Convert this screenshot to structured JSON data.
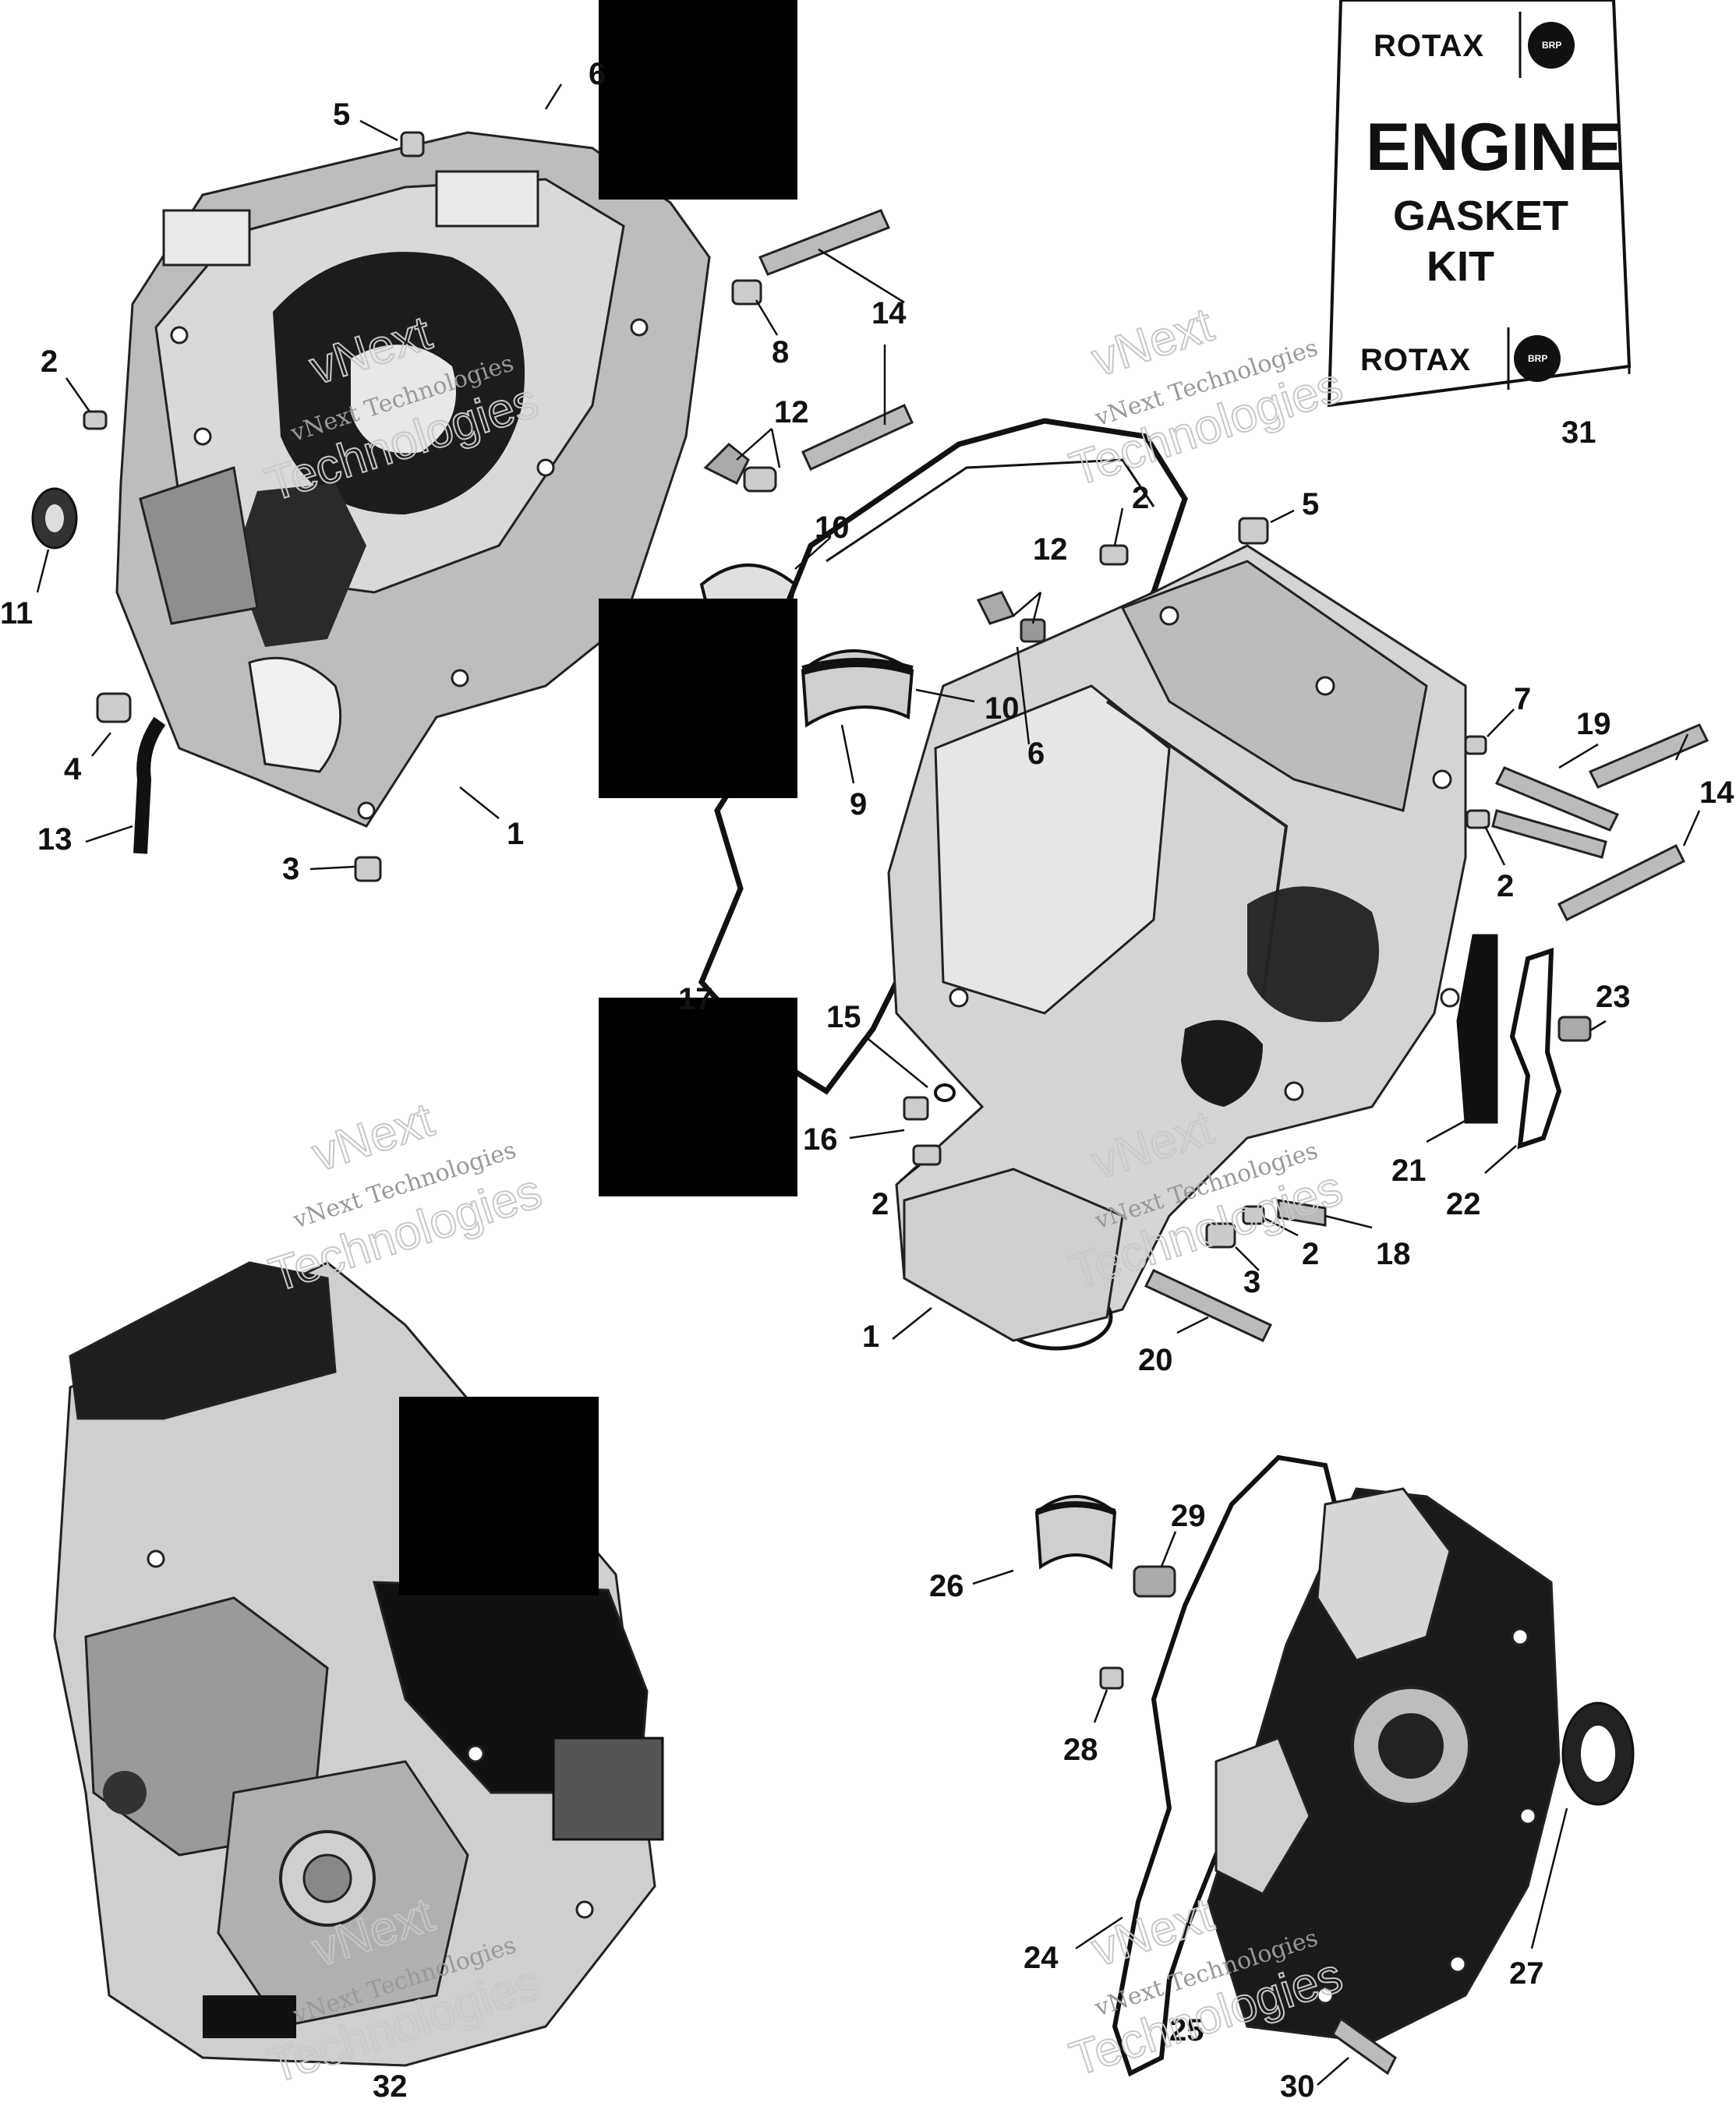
{
  "kit": {
    "brand": "ROTAX",
    "badge": "BRP",
    "line1": "ENGINE",
    "line2": "GASKET",
    "line3": "KIT"
  },
  "watermark": {
    "line1": "vNext",
    "line2": "vNext Technologies",
    "line3": "Technologies"
  },
  "labels": [
    "5",
    "6",
    "2",
    "11",
    "4",
    "13",
    "3",
    "1",
    "8",
    "14",
    "12",
    "10",
    "10",
    "9",
    "6",
    "2",
    "5",
    "12",
    "7",
    "19",
    "14",
    "2",
    "15",
    "16",
    "2",
    "17",
    "23",
    "21",
    "22",
    "18",
    "2",
    "3",
    "20",
    "1",
    "31",
    "29",
    "26",
    "28",
    "24",
    "25",
    "27",
    "30",
    "32"
  ]
}
